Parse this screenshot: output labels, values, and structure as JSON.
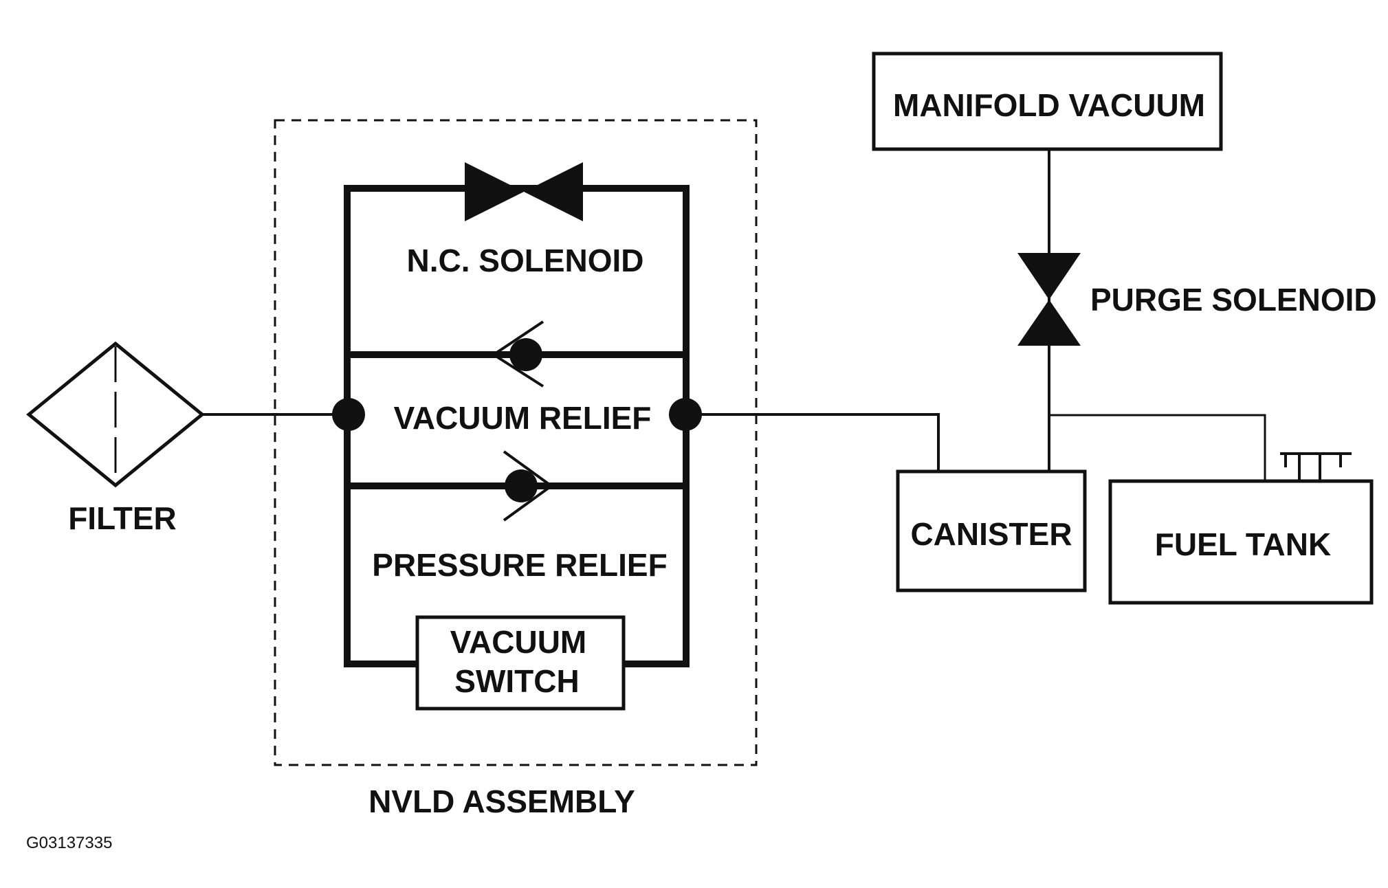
{
  "labels": {
    "filter": "FILTER",
    "nc_solenoid": "N.C. SOLENOID",
    "vacuum_relief": "VACUUM RELIEF",
    "pressure_relief": "PRESSURE RELIEF",
    "vacuum_switch_line1": "VACUUM",
    "vacuum_switch_line2": "SWITCH",
    "nvld_assembly": "NVLD ASSEMBLY",
    "manifold_vacuum": "MANIFOLD VACUUM",
    "purge_solenoid": "PURGE SOLENOID",
    "canister": "CANISTER",
    "fuel_tank": "FUEL TANK",
    "figure_code": "G03137335"
  },
  "colors": {
    "line": "#111111",
    "background": "#ffffff"
  }
}
